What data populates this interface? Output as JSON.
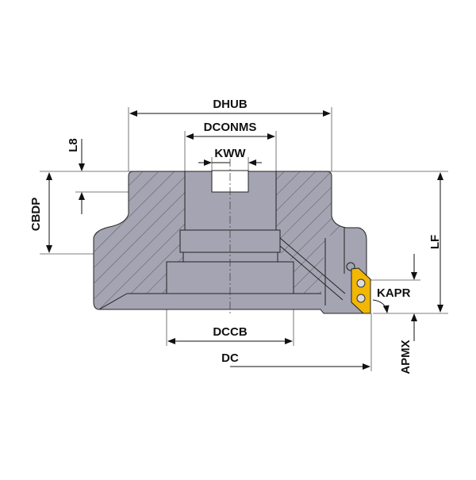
{
  "labels": {
    "dhub": "DHUB",
    "dconms": "DCONMS",
    "kww": "KWW",
    "l8": "L8",
    "cbdp": "CBDP",
    "lf": "LF",
    "kapr": "KAPR",
    "apmx": "APMX",
    "dccb": "DCCB",
    "dc": "DC"
  },
  "colors": {
    "body": "#a5a4b2",
    "insert": "#f2b705",
    "line": "#222222"
  }
}
